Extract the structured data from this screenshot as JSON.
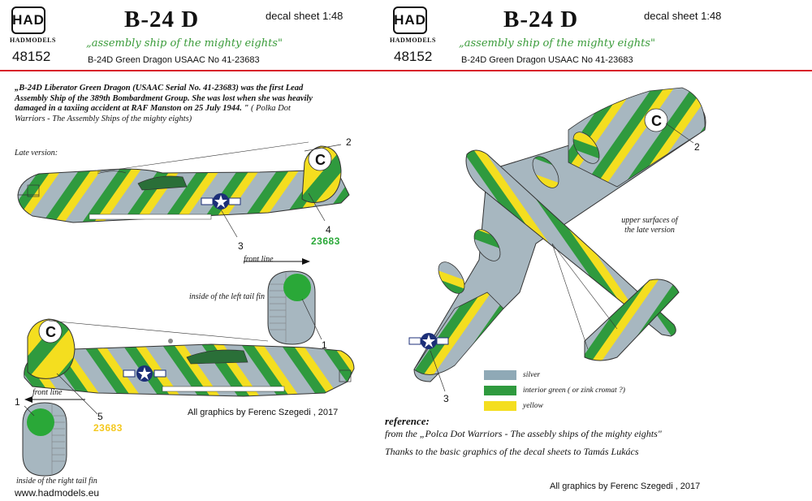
{
  "header": {
    "logo_text": "HAD",
    "brand": "HADMODELS",
    "code": "48152",
    "title": "B-24 D",
    "sheet_label": "decal sheet 1:48",
    "motto": "„assembly ship of the mighty eights\"",
    "subtitle": "B-24D Green Dragon USAAC No 41-23683"
  },
  "description": {
    "bold_line": "„B-24D Liberator Green Dragon (USAAC Serial No. 41-23683) was the first Lead Assembly Ship of the 389th Bombardment Group. She was lost when she was heavily damaged in a taxiing accident at RAF Manston on 25 July 1944. \"",
    "source": "( Polka Dot Warriors - The Assembly Ships of the mighty eights)"
  },
  "labels": {
    "late_version": "Late version:",
    "front_line": "front line",
    "left_tail_fin": "inside of the left tail fin",
    "right_tail_fin": "inside of the right tail fin",
    "upper_surfaces": "upper surfaces of the late version",
    "serial": "23683",
    "tail_letter": "C"
  },
  "callouts": {
    "n1": "1",
    "n2": "2",
    "n3": "3",
    "n4": "4",
    "n5": "5"
  },
  "legend": [
    {
      "label": "silver",
      "color": "#8fa9b6"
    },
    {
      "label": "interior green ( or zink cromat ?)",
      "color": "#2f9a3e"
    },
    {
      "label": "yellow",
      "color": "#f4de1f"
    }
  ],
  "reference": {
    "heading": "reference:",
    "line": "from the „Polca Dot Warriors - The assebly ships of the mighty eights\"",
    "thanks": "Thanks to the  basic graphics of the decal sheets to Tamás Lukács"
  },
  "credits": {
    "left": "All graphics by Ferenc Szegedi , 2017",
    "right": "All graphics by Ferenc Szegedi , 2017",
    "website": "www.hadmodels.eu"
  },
  "colors": {
    "silver": "#a7b7c0",
    "green": "#2f9a3e",
    "yellow": "#f4de1f",
    "red_rule": "#d8232a",
    "motto_green": "#3a9b3a"
  }
}
